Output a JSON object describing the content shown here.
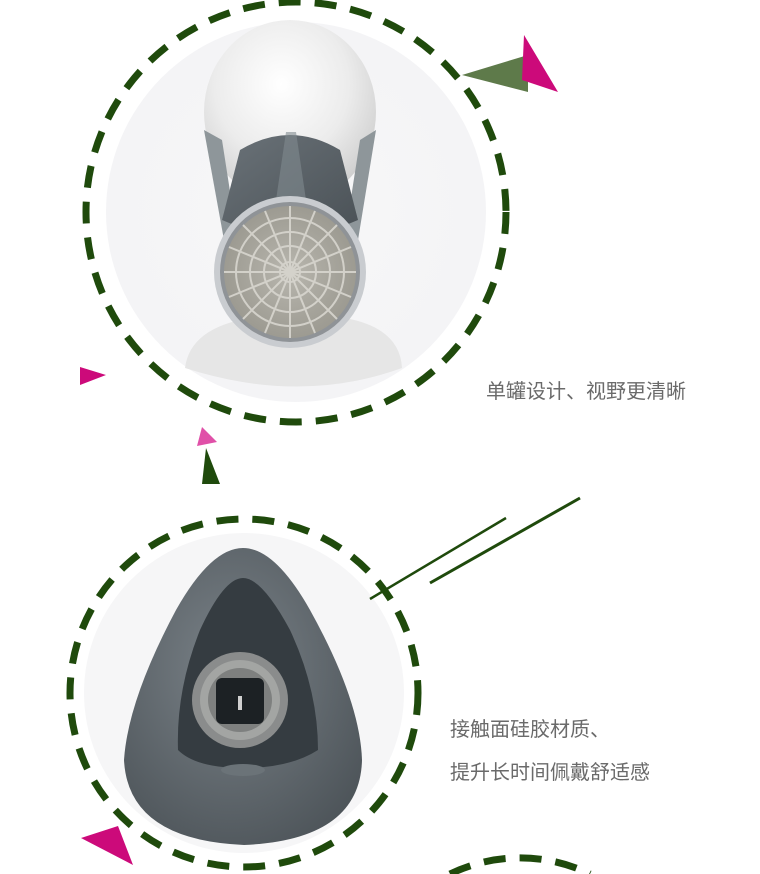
{
  "section1": {
    "caption": "单罐设计、视野更清晰",
    "image_label": "half-face respirator with single filter cartridge on mannequin head"
  },
  "section2": {
    "caption_line1": "接触面硅胶材质、",
    "caption_line2": "提升长时间佩戴舒适感",
    "image_label": "silicone face piece interior view with valve"
  },
  "colors": {
    "dashed_ring": "#1f4a0c",
    "accent_magenta": "#cc0a7a",
    "accent_pink": "#e050a8",
    "accent_olive": "#5e7a4a",
    "dark_green": "#1f4a0c",
    "caption_text": "#6a6a6a"
  }
}
